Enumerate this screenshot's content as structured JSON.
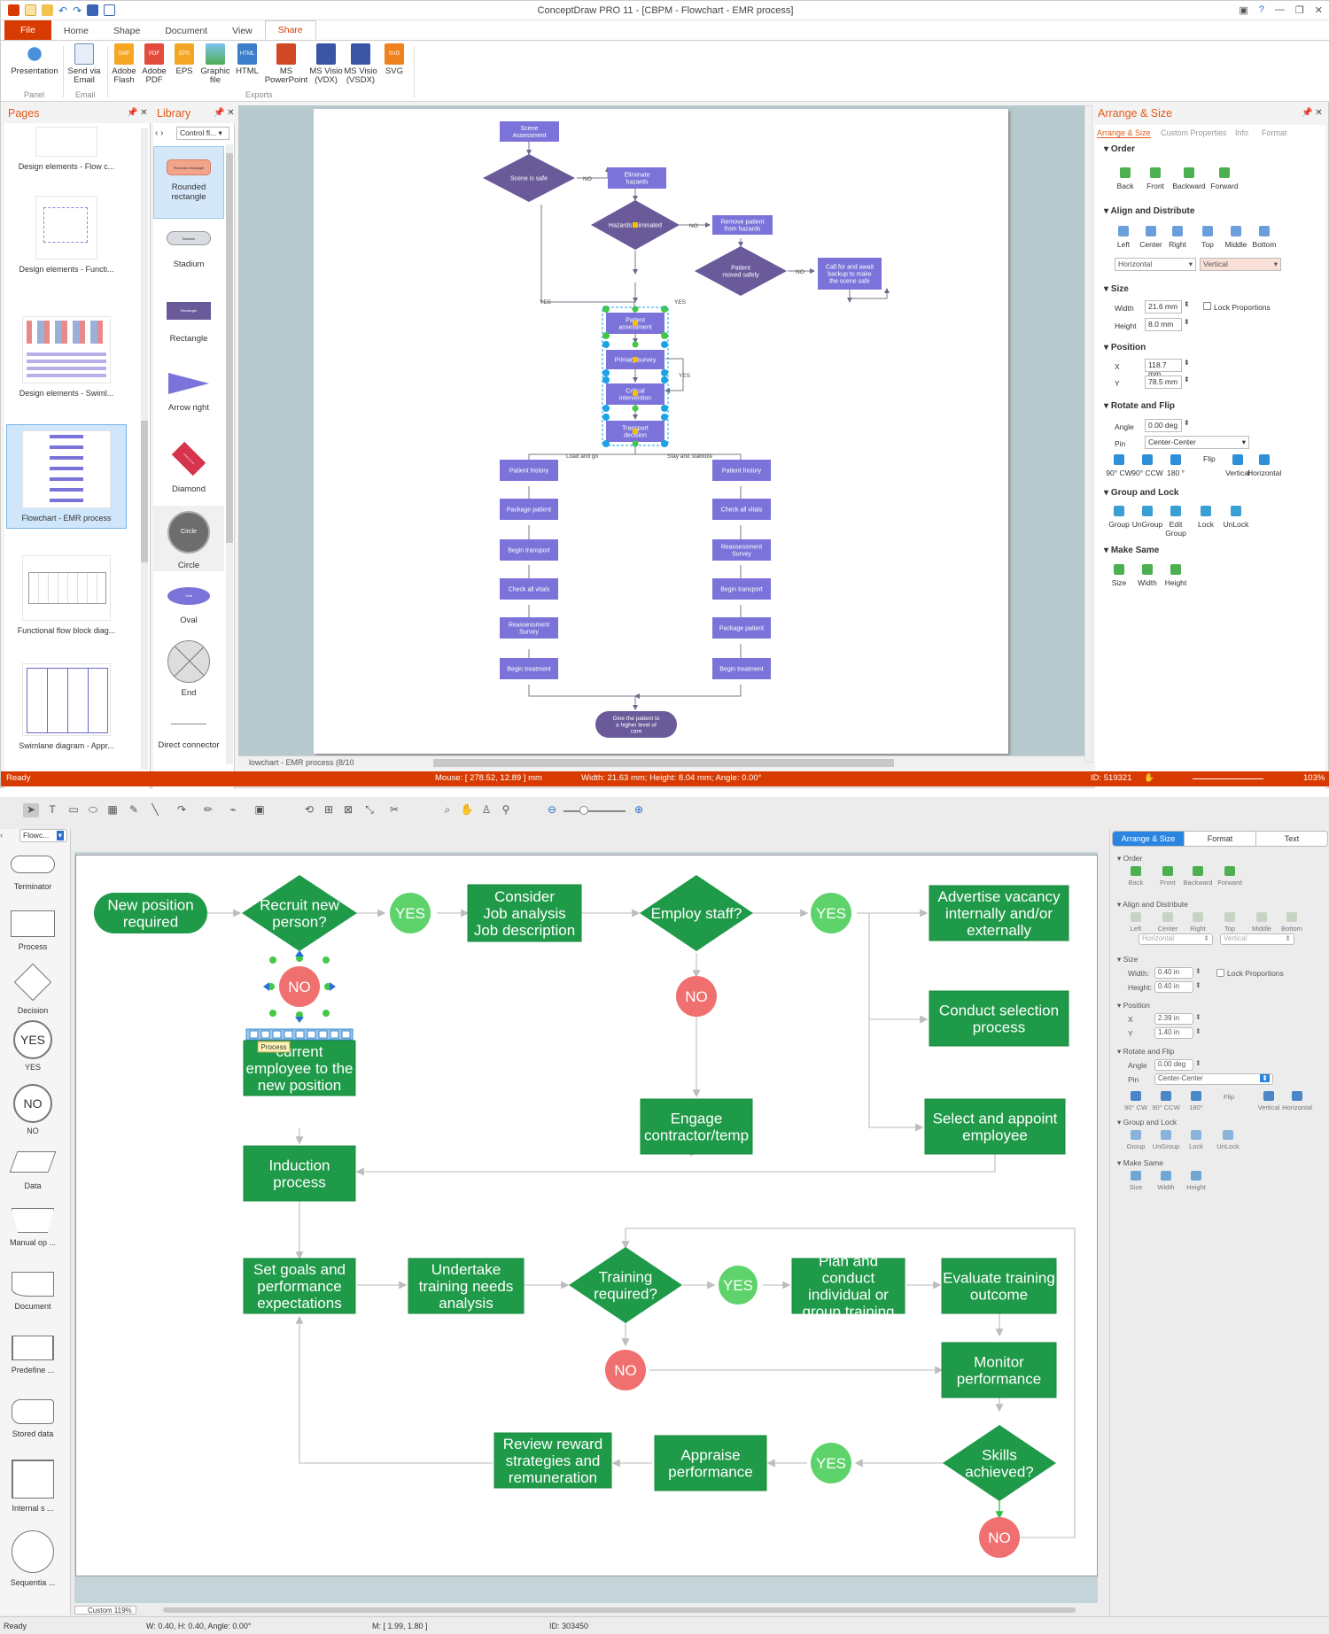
{
  "top_app": {
    "window_title": "ConceptDraw PRO 11 - [CBPM - Flowchart - EMR process]",
    "menu": [
      "File",
      "Home",
      "Shape",
      "Document",
      "View",
      "Share"
    ],
    "ribbon": {
      "buttons": [
        "Presentation",
        "Send via Email",
        "Adobe Flash",
        "Adobe PDF",
        "EPS",
        "Graphic file",
        "HTML",
        "MS PowerPoint",
        "MS Visio (VDX)",
        "MS Visio (VSDX)",
        "SVG"
      ],
      "icon_texts": [
        "SWF",
        "PDF",
        "EPS",
        "HTML",
        "SVG"
      ],
      "groups": [
        "Panel",
        "Email",
        "Exports"
      ]
    },
    "pages_panel": {
      "title": "Pages",
      "items": [
        "Design elements - Flow c...",
        "Design elements - Functi...",
        "Design elements - Swiml...",
        "Flowchart - EMR process",
        "Functional flow block diag...",
        "Swimlane diagram - Appr..."
      ]
    },
    "library_panel": {
      "title": "Library",
      "dropdown": "Control fl...",
      "items": [
        "Rounded rectangle",
        "Stadium",
        "Rectangle",
        "Arrow right",
        "Diamond",
        "Circle",
        "Oval",
        "End",
        "Direct connector"
      ],
      "thumb_texts": [
        "Rounded rectangle",
        "Stadium",
        "Rectangle",
        "Diamond",
        "Circle",
        "Oval"
      ]
    },
    "arrange_panel": {
      "title": "Arrange & Size",
      "tabs": [
        "Arrange & Size",
        "Custom Properties",
        "Info",
        "Format"
      ],
      "order": {
        "title": "Order",
        "items": [
          "Back",
          "Front",
          "Backward",
          "Forward"
        ]
      },
      "align": {
        "title": "Align and Distribute",
        "items": [
          "Left",
          "Center",
          "Right",
          "Top",
          "Middle",
          "Bottom"
        ],
        "horizontal": "Horizontal",
        "vertical": "Vertical"
      },
      "size": {
        "title": "Size",
        "width_label": "Width",
        "width": "21.6 mm",
        "height_label": "Height",
        "height": "8.0 mm",
        "lock": "Lock Proportions"
      },
      "position": {
        "title": "Position",
        "x_label": "X",
        "x": "118.7 mm",
        "y_label": "Y",
        "y": "78.5 mm"
      },
      "rotate": {
        "title": "Rotate and Flip",
        "angle_label": "Angle",
        "angle": "0.00 deg",
        "pin_label": "Pin",
        "pin": "Center-Center",
        "flip": "Flip",
        "items": [
          "90° CW",
          "90° CCW",
          "180 °",
          "Vertical",
          "Horizontal"
        ]
      },
      "group": {
        "title": "Group and Lock",
        "items": [
          "Group",
          "UnGroup",
          "Edit Group",
          "Lock",
          "UnLock"
        ]
      },
      "make_same": {
        "title": "Make Same",
        "items": [
          "Size",
          "Width",
          "Height"
        ]
      }
    },
    "status": {
      "ready": "Ready",
      "mouse": "Mouse: [ 278.52, 12.89 ] mm",
      "dims": "Width: 21.63 mm;  Height: 8.04 mm;  Angle: 0.00°",
      "id": "ID: 519321",
      "zoom": "103%",
      "page_tab": "lowchart - EMR process (8/10"
    },
    "flowchart": {
      "nodes": {
        "scene": [
          "Scene",
          "Assessment"
        ],
        "safe": "Scene is safe",
        "elim": [
          "Eliminate",
          "hazards"
        ],
        "haz": "Hazards eliminated",
        "remove": [
          "Remove patient",
          "from hazards"
        ],
        "moved": [
          "Patient",
          "moved safely"
        ],
        "call": [
          "Call for and await",
          "backup to make",
          "the scene safe"
        ],
        "pa": [
          "Patient",
          "assessment"
        ],
        "ps": "Primary survey",
        "ci": [
          "Critical",
          "intervention"
        ],
        "td": [
          "Transport",
          "decision"
        ],
        "left": [
          "Patient history",
          "Package patient",
          "Begin transport",
          "Check all vitals",
          "Reassessment Survey",
          "Begin treatment"
        ],
        "right": [
          "Patient history",
          "Check all vitals",
          "Reassessment Survey",
          "Begin transport",
          "Package patient",
          "Begin treatment"
        ],
        "give": [
          "Give the patient to",
          "a higher level of",
          "care"
        ]
      },
      "labels": {
        "no": "NO",
        "yes": "YES",
        "load": "Load and go",
        "stay": "Stay and stabilize"
      }
    }
  },
  "bottom_app": {
    "doc_dropdown": "Flowc...",
    "shapes": [
      "Terminator",
      "Process",
      "Decision",
      "YES",
      "NO",
      "Data",
      "Manual op ...",
      "Document",
      "Predefine ...",
      "Stored data",
      "Internal s ...",
      "Sequentia ..."
    ],
    "shape_texts": [
      "YES",
      "NO"
    ],
    "panel": {
      "tabs": [
        "Arrange & Size",
        "Format",
        "Text"
      ],
      "order": {
        "title": "Order",
        "items": [
          "Back",
          "Front",
          "Backward",
          "Forward"
        ]
      },
      "align": {
        "title": "Align and Distribute",
        "items": [
          "Left",
          "Center",
          "Right",
          "Top",
          "Middle",
          "Bottom"
        ],
        "horizontal": "Horizontal",
        "vertical": "Vertical"
      },
      "size": {
        "title": "Size",
        "width_label": "Width:",
        "width": "0.40 in",
        "height_label": "Height:",
        "height": "0.40 in",
        "lock": "Lock Proportions"
      },
      "position": {
        "title": "Position",
        "x_label": "X",
        "x": "2.39 in",
        "y_label": "Y",
        "y": "1.40 in"
      },
      "rotate": {
        "title": "Rotate and Flip",
        "angle_label": "Angle",
        "angle": "0.00 deg",
        "pin_label": "Pin",
        "pin": "Center-Center",
        "flip": "Flip",
        "items": [
          "90° CW",
          "90° CCW",
          "180°",
          "Vertical",
          "Horizontal"
        ]
      },
      "group": {
        "title": "Group and Lock",
        "items": [
          "Group",
          "UnGroup",
          "Lock",
          "UnLock"
        ]
      },
      "make_same": {
        "title": "Make Same",
        "items": [
          "Size",
          "Width",
          "Height"
        ]
      }
    },
    "status": {
      "ready": "Ready",
      "dims": "W: 0.40,  H: 0.40,  Angle: 0.00°",
      "mouse": "M: [ 1.99, 1.80 ]",
      "id": "ID: 303450",
      "zoom": "Custom 119%"
    },
    "flowchart": {
      "new_position": [
        "New position",
        "required"
      ],
      "recruit": [
        "Recruit new",
        "person?"
      ],
      "yes": "YES",
      "no": "NO",
      "consider": [
        "Consider",
        "Job analysis",
        "Job description"
      ],
      "employ": "Employ staff?",
      "advertise": [
        "Advertise vacancy",
        "internally and/or",
        "externally"
      ],
      "selection": [
        "Conduct selection",
        "process"
      ],
      "appoint": [
        "Select and appoint",
        "employee"
      ],
      "engage": [
        "Engage",
        "contractor/temp"
      ],
      "current": [
        "current",
        "employee to the",
        "new position"
      ],
      "process_tag": "Process",
      "induction": [
        "Induction",
        "process"
      ],
      "goals": [
        "Set goals and",
        "performance",
        "expectations"
      ],
      "tna": [
        "Undertake",
        "training needs",
        "analysis"
      ],
      "training": [
        "Training",
        "required?"
      ],
      "plan": [
        "Plan and",
        "conduct",
        "individual or",
        "group training"
      ],
      "evaluate": [
        "Evaluate training",
        "outcome"
      ],
      "monitor": [
        "Monitor",
        "performance"
      ],
      "skills": [
        "Skills",
        "achieved?"
      ],
      "appraise": [
        "Appraise",
        "performance"
      ],
      "review": [
        "Review reward",
        "strategies and",
        "remuneration"
      ]
    }
  },
  "colors": {
    "brand": "#d83b01",
    "flow_green": "#1f9a48",
    "yes_green": "#5fd36b",
    "no_red": "#f07070",
    "emr_purple": "#7b73d9",
    "emr_dark": "#6a5a9a",
    "select_blue": "#1aa3e6"
  }
}
